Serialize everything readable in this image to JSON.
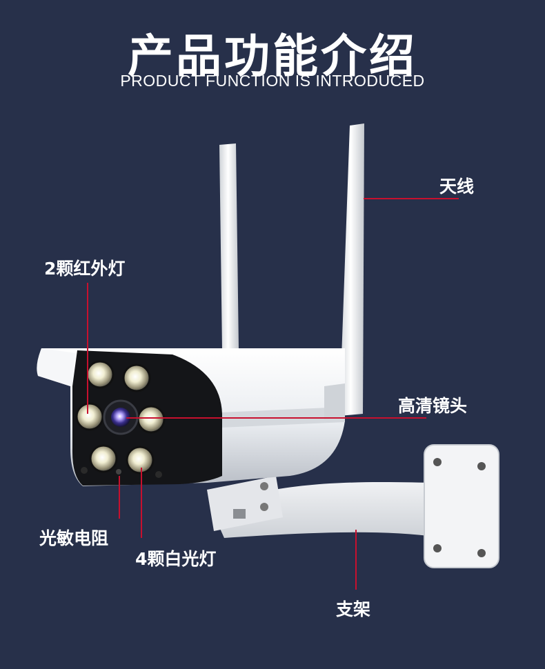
{
  "header": {
    "title": "产品功能介绍",
    "subtitle": "PRODUCT FUNCTION IS INTRODUCED"
  },
  "callouts": {
    "antenna": "天线",
    "ir_lights": "2颗红外灯",
    "hd_lens": "高清镜头",
    "photoresistor": "光敏电阻",
    "white_lights": "4颗白光灯",
    "bracket": "支架"
  },
  "colors": {
    "background": "#27304a",
    "callout_line": "#c8102e",
    "text": "#ffffff"
  }
}
